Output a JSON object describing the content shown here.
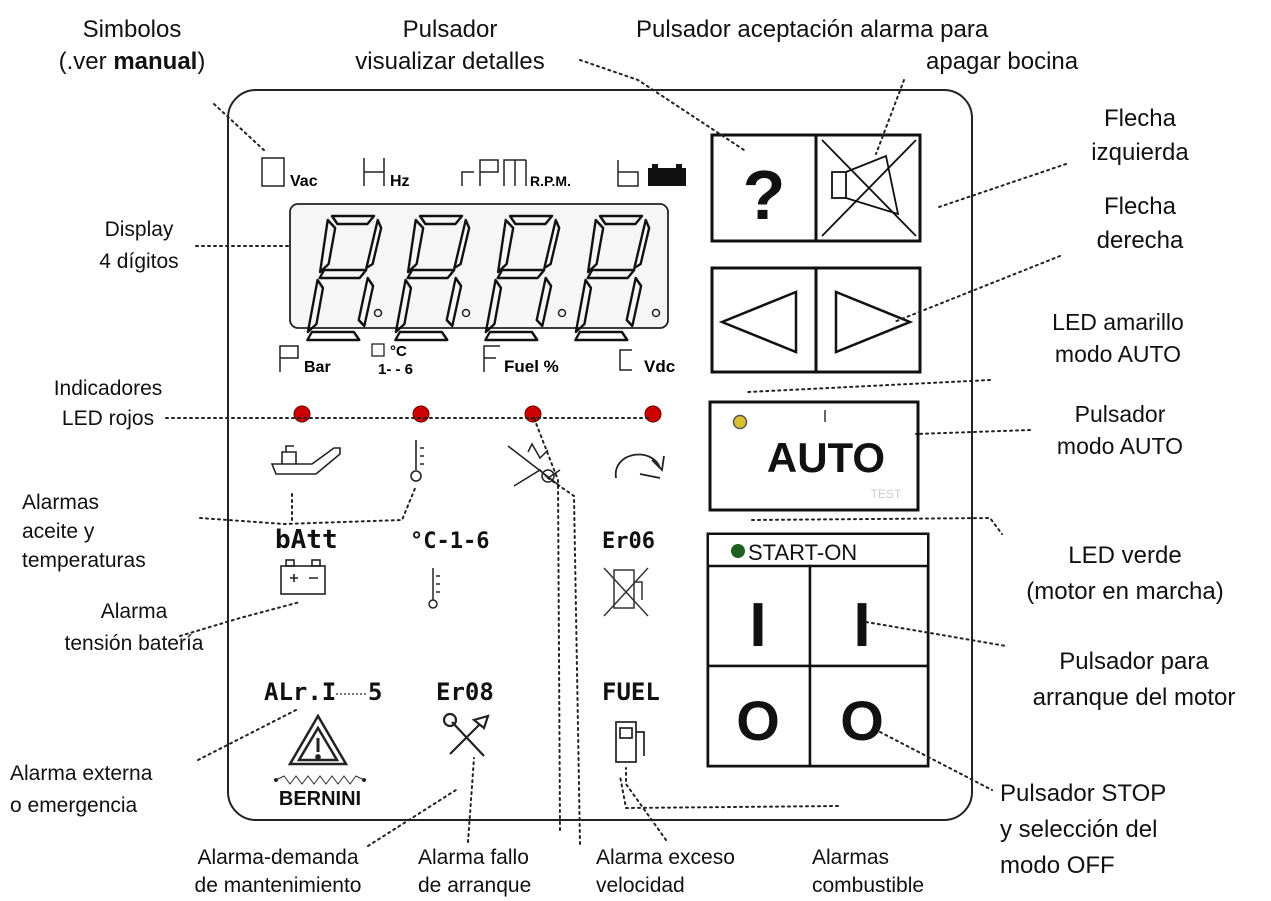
{
  "labels": {
    "simbolos": [
      "Simbolos",
      "(.ver ",
      "manual",
      ")"
    ],
    "pulsador_detalles": [
      "Pulsador",
      "visualizar detalles"
    ],
    "pulsador_alarma": [
      "Pulsador aceptación alarma para",
      "apagar bocina"
    ],
    "flecha_izq": [
      "Flecha",
      "izquierda"
    ],
    "flecha_der": [
      "Flecha",
      "derecha"
    ],
    "led_amarillo": [
      "LED amarillo",
      "modo AUTO"
    ],
    "pulsador_auto": [
      "Pulsador",
      "modo AUTO"
    ],
    "display": [
      "Display",
      "4 dígitos"
    ],
    "indicadores": [
      "Indicadores",
      "LED rojos"
    ],
    "alarmas_aceite": [
      "Alarmas",
      "aceite y",
      "temperaturas"
    ],
    "alarma_bateria": [
      "Alarma",
      "tensión batería"
    ],
    "led_verde": [
      "LED verde",
      "(motor en marcha)"
    ],
    "pulsador_arranque": [
      "Pulsador para",
      "arranque del motor"
    ],
    "alarma_externa": [
      "Alarma externa",
      "o emergencia"
    ],
    "pulsador_stop": [
      "Pulsador STOP",
      "y selección del",
      "modo OFF"
    ],
    "alarma_mantenimiento": [
      "Alarma-demanda",
      "de mantenimiento"
    ],
    "alarma_fallo": [
      "Alarma fallo",
      "de arranque"
    ],
    "alarma_exceso": [
      "Alarma exceso",
      "velocidad"
    ],
    "alarmas_combustible": [
      "Alarmas",
      "combustible"
    ]
  },
  "panel": {
    "symbols_top": {
      "u": "U",
      "vac": "Vac",
      "h": "H",
      "hz": "Hz",
      "rpm_glyph": "rPn",
      "rpm": "R.P.M.",
      "b": "b"
    },
    "symbols_bottom": {
      "p": "P",
      "bar": "Bar",
      "deg_c": "°C",
      "range": "1- - 6",
      "f": "F",
      "fuel": "Fuel %",
      "c": "C",
      "vdc": "Vdc"
    },
    "codes": {
      "batt": "bAtt",
      "temp": "°C-1-6",
      "er06": "Er06",
      "altr": "ALr.I",
      "altr5": "5",
      "er08": "Er08",
      "fuel": "FUEL"
    },
    "brand": "BERNINI",
    "buttons": {
      "help": "?",
      "auto": "AUTO",
      "test": "TEST",
      "start_on": "START-ON",
      "i": "I",
      "o": "O"
    }
  },
  "colors": {
    "led_red": "#cc0000",
    "led_yellow": "#d8c030",
    "led_green": "#1f5f1f",
    "display_bg": "#f6f6f6",
    "text": "#111111"
  }
}
